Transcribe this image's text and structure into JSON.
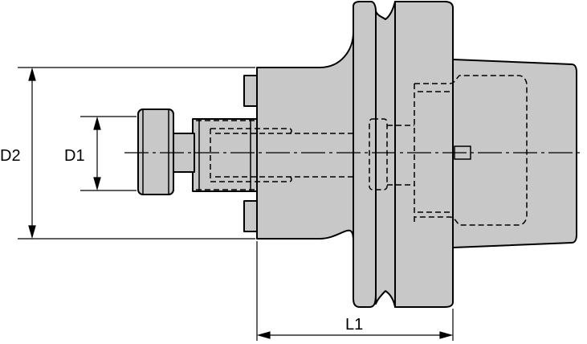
{
  "dimensions": {
    "d2": "D2",
    "d1": "D1",
    "l1": "L1"
  },
  "colors": {
    "body_fill": "#c8c8c8",
    "outline": "#000000",
    "background": "#ffffff"
  }
}
